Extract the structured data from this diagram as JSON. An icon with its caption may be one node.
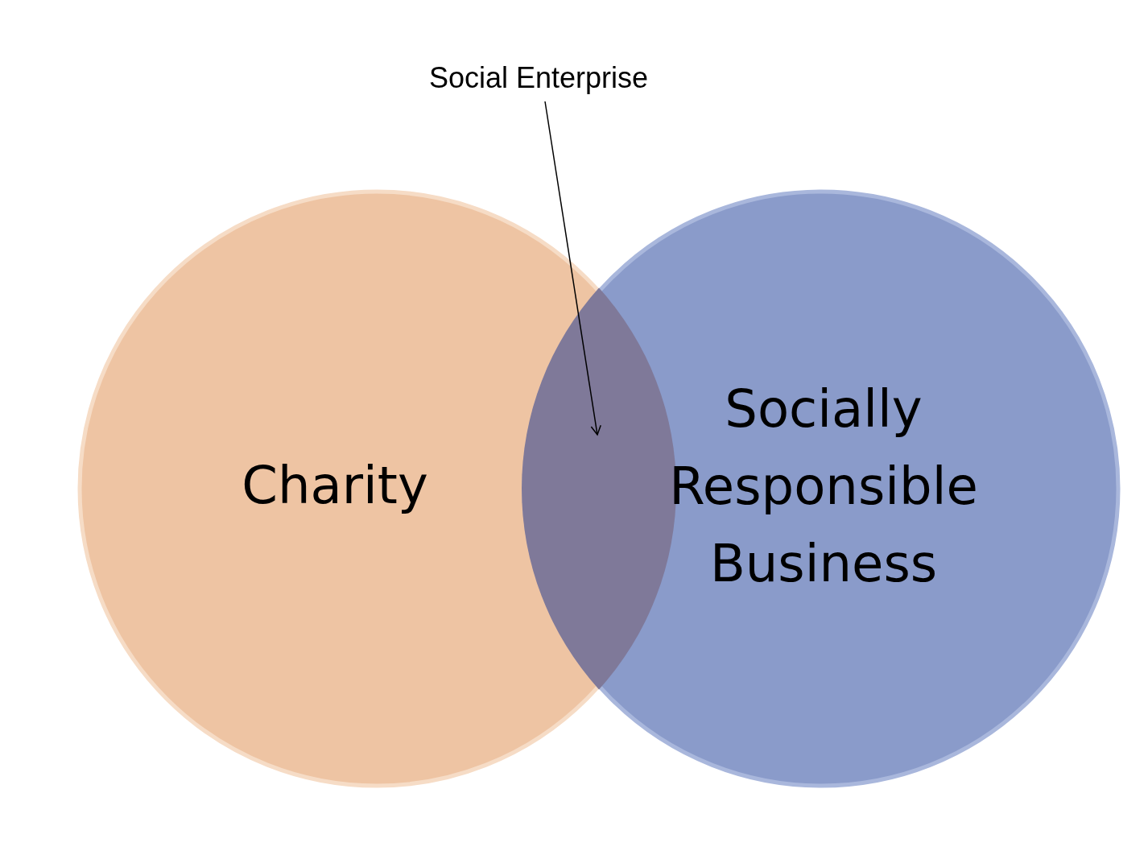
{
  "diagram": {
    "nodes": [
      {
        "text": [
          "Charity"
        ]
      },
      {
        "text": [
          "Socially Responsible Business"
        ]
      },
      {
        "text": [
          "Social Enterprise"
        ]
      },
      {
        "text": [],
        "shape": "lens"
      }
    ],
    "edges": [
      {
        "from": 2,
        "to": 3,
        "arrow": "to"
      }
    ]
  }
}
